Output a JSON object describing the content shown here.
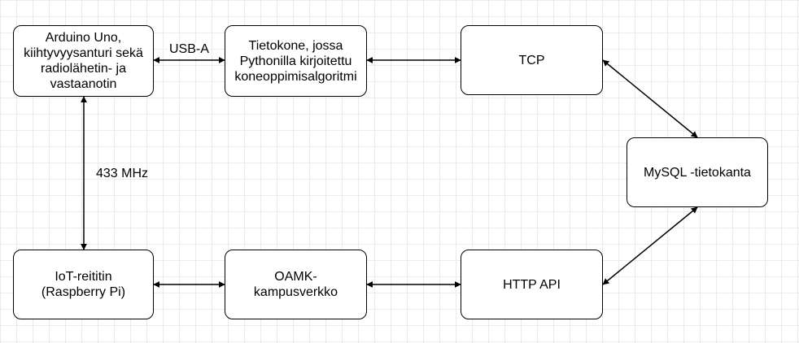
{
  "nodes": {
    "arduino": "Arduino Uno,\nkiihtyvyysanturi sekä\nradiolähetin- ja\nvastaanotin",
    "tietokone": "Tietokone, jossa\nPythonilla kirjoitettu\nkoneoppimisalgoritmi",
    "tcp": "TCP",
    "mysql": "MySQL -tietokanta",
    "http_api": "HTTP API",
    "oamk": "OAMK-\nkampusverkko",
    "iot": "IoT-reititin\n(Raspberry Pi)"
  },
  "edge_labels": {
    "usb": "USB-A",
    "radio": "433 MHz"
  },
  "edges": [
    {
      "from": "arduino",
      "to": "tietokone",
      "label": "usb"
    },
    {
      "from": "tietokone",
      "to": "tcp"
    },
    {
      "from": "tcp",
      "to": "mysql"
    },
    {
      "from": "mysql",
      "to": "http_api"
    },
    {
      "from": "http_api",
      "to": "oamk"
    },
    {
      "from": "oamk",
      "to": "iot"
    },
    {
      "from": "arduino",
      "to": "iot",
      "label": "radio"
    }
  ],
  "colors": {
    "stroke": "#000000",
    "grid": "#ebebeb",
    "fill": "#ffffff"
  }
}
